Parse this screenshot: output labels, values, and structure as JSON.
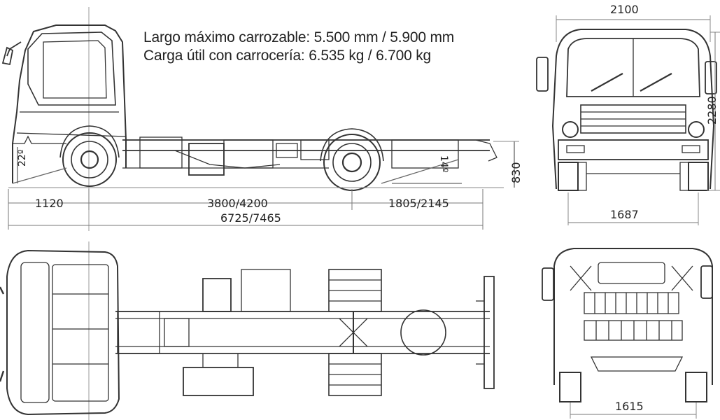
{
  "notes": {
    "line1": "Largo máximo carrozable: 5.500 mm / 5.900 mm",
    "line2": "Carga útil con carrocería: 6.535 kg / 6.700 kg"
  },
  "side_view": {
    "front_overhang": "1120",
    "wheelbase": "3800/4200",
    "rear_overhang": "1805/2145",
    "overall_length": "6725/7465",
    "frame_height": "830",
    "approach_angle": "22º",
    "departure_angle": "14º"
  },
  "front_view": {
    "overall_width": "2100",
    "overall_height": "2280",
    "front_track": "1687"
  },
  "rear_view": {
    "rear_track": "1615"
  }
}
